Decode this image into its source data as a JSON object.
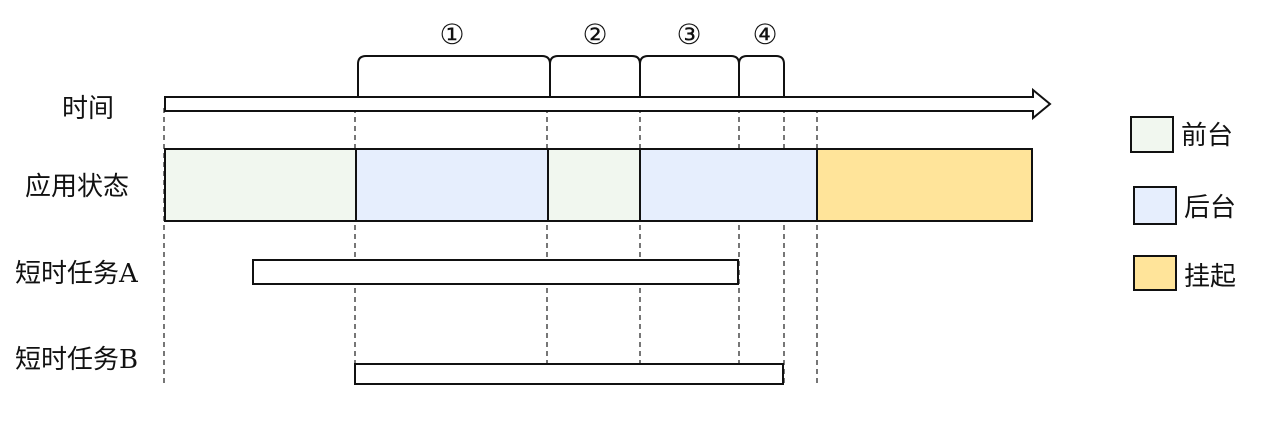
{
  "rows": {
    "time": "时间",
    "app_state": "应用状态",
    "task_a": "短时任务A",
    "task_b": "短时任务B"
  },
  "phases": [
    "①",
    "②",
    "③",
    "④"
  ],
  "legend": [
    {
      "label": "前台",
      "color": "#F1F7EF"
    },
    {
      "label": "后台",
      "color": "#E6EEFD"
    },
    {
      "label": "挂起",
      "color": "#FFE49A"
    }
  ],
  "app_state_segments": [
    {
      "state": "前台",
      "color": "#F1F7EF"
    },
    {
      "state": "后台",
      "color": "#E6EEFD"
    },
    {
      "state": "前台",
      "color": "#F1F7EF"
    },
    {
      "state": "后台",
      "color": "#E6EEFD"
    },
    {
      "state": "挂起",
      "color": "#FFE49A"
    }
  ]
}
